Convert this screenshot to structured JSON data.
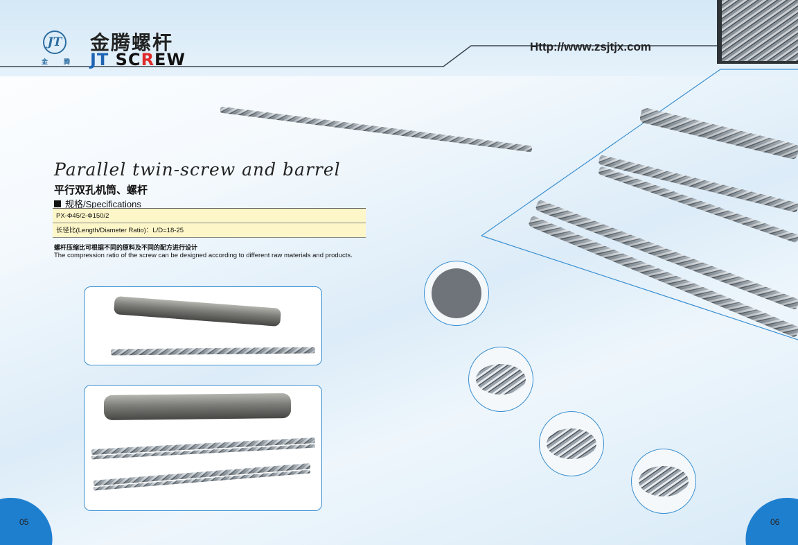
{
  "header": {
    "brand_cn": "金腾螺杆",
    "brand_en": {
      "part1": "JT ",
      "part2": "SC",
      "part3": "R",
      "part4": "EW"
    },
    "logo_mark": "JT",
    "logo_sub_left": "金",
    "logo_sub_right": "腾",
    "url": "Http://www.zsjtjx.com"
  },
  "product": {
    "title_script": "Parallel twin-screw and barrel",
    "title_cn": "平行双孔机筒、螺杆",
    "spec_heading": "规格/Specifications",
    "spec_rows": [
      "PX-Φ45/2-Φ150/2",
      "长径比(Length/Diameter Ratio)：L/D=18-25"
    ],
    "note_cn": "螺杆压缩比可根据不同的原料及不同的配方进行设计",
    "note_en": "The compression ratio of the screw can be designed according to different raw materials and products."
  },
  "pages": {
    "left": "05",
    "right": "06"
  },
  "colors": {
    "accent": "#3a8fd0",
    "spec_bg": "#fdf6c8",
    "brand_blue": "#1f63b4",
    "brand_red": "#e02a2a"
  }
}
